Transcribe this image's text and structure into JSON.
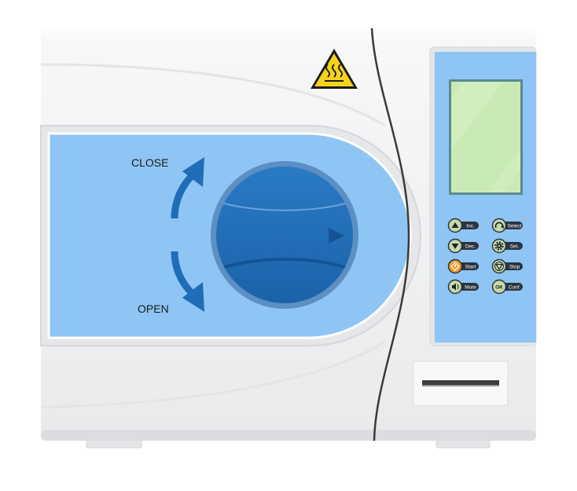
{
  "door": {
    "close_label": "CLOSE",
    "open_label": "OPEN"
  },
  "warning_icon": "hot-surface-warning-icon",
  "panel": {
    "buttons": [
      {
        "icon": "triangle-up-icon",
        "label": "Inc."
      },
      {
        "icon": "select-arrow-icon",
        "label": "Select"
      },
      {
        "icon": "triangle-down-icon",
        "label": "Dec."
      },
      {
        "icon": "gear-icon",
        "label": "Set."
      },
      {
        "icon": "power-icon",
        "label": "Start"
      },
      {
        "icon": "stop-triangle-icon",
        "label": "Stop"
      },
      {
        "icon": "speaker-icon",
        "label": "Mute"
      },
      {
        "icon": "ok-icon",
        "label": "Conf.",
        "icon_text": "OK"
      }
    ]
  },
  "colors": {
    "body": "#f1f2f3",
    "panel_blue": "#8ec5f4",
    "knob_blue": "#1f6db6",
    "arrow_blue": "#1f6db6",
    "lcd_green": "#c9eab4",
    "start_orange": "#f39b2c",
    "button_dark": "#2b3440",
    "button_olive": "#c6d9a9"
  }
}
